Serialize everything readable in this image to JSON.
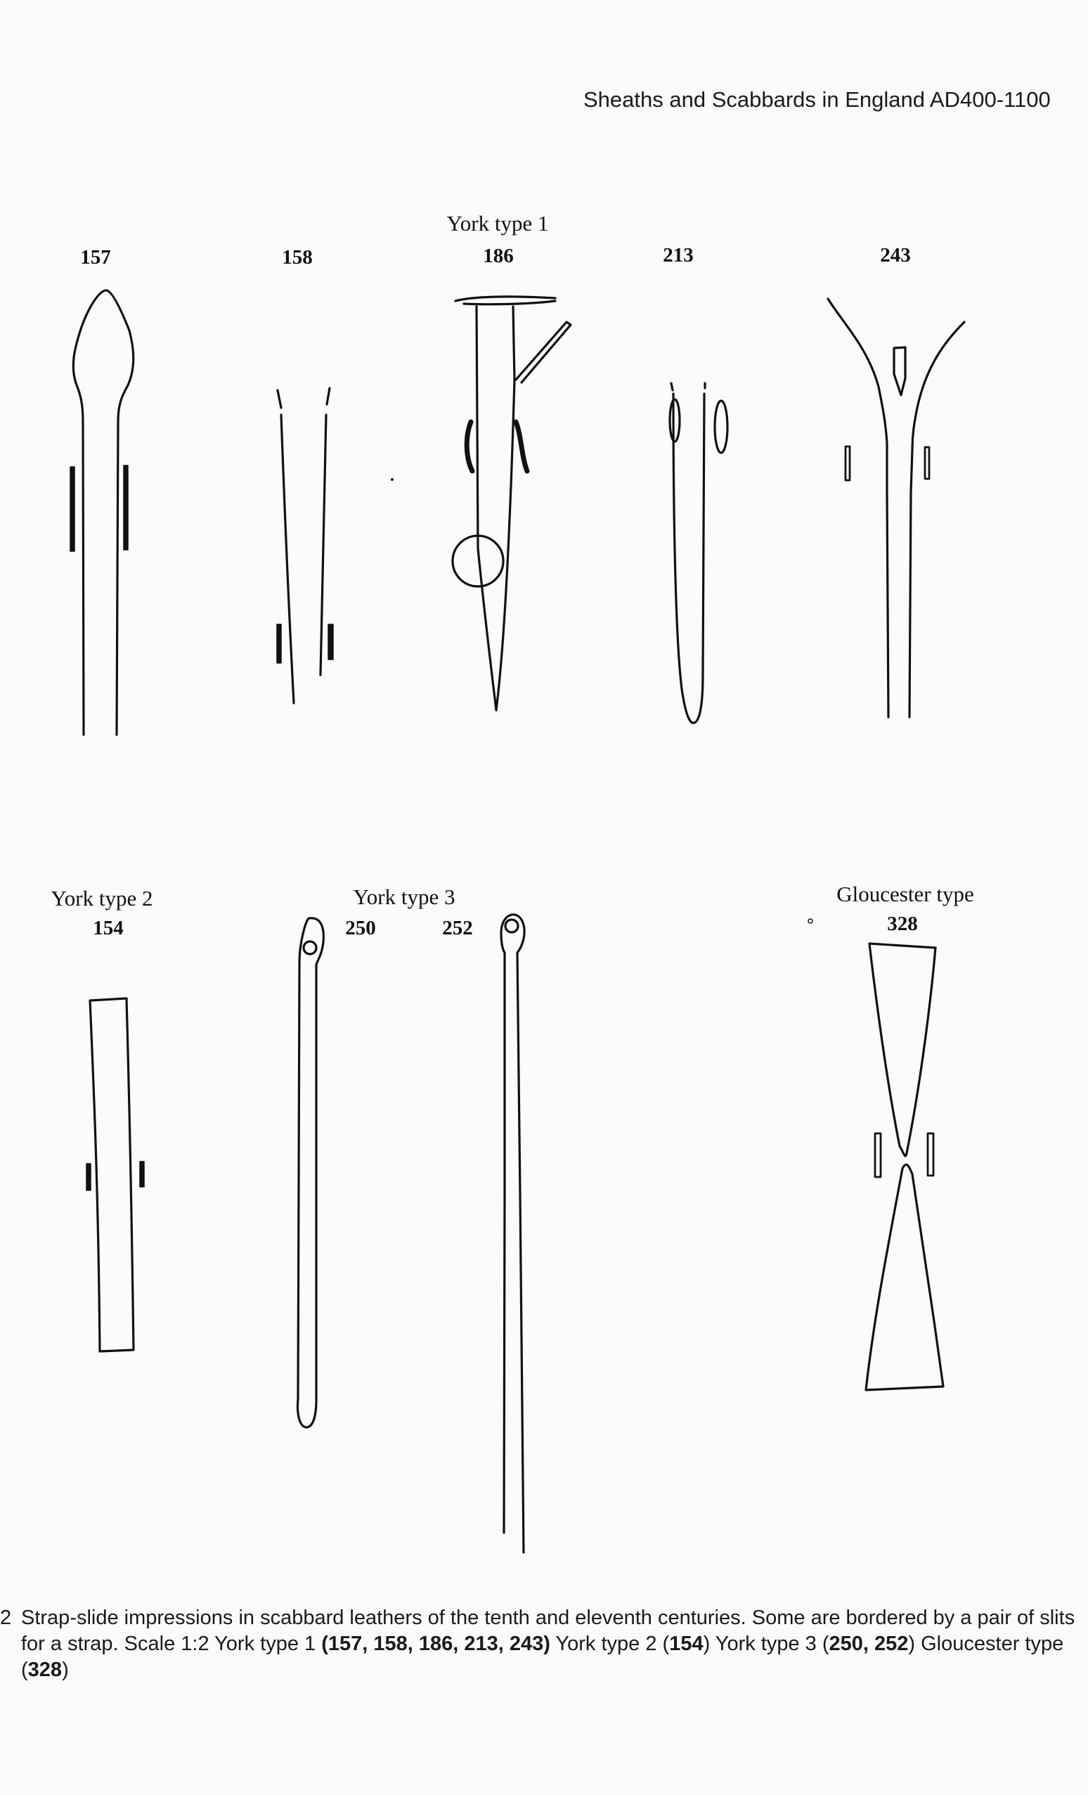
{
  "running_head": "Sheaths and Scabbards in England AD400-1100",
  "groups": {
    "york1": "York type 1",
    "york2": "York type 2",
    "york3": "York type 3",
    "gloucester": "Gloucester type"
  },
  "items": {
    "n157": "157",
    "n158": "158",
    "n186": "186",
    "n213": "213",
    "n243": "243",
    "n154": "154",
    "n250": "250",
    "n252": "252",
    "n328": "328"
  },
  "caption": {
    "prefix": "2",
    "text": "Strap-slide impressions in scabbard leathers of the tenth and eleventh centuries.  Some are bordered by a pair of slits for a strap.  Scale 1:2  York type 1 ",
    "y1_nums": "(157, 158, 186, 213, 243)",
    "y2_label": " York type 2 (",
    "y2_num": "154",
    "y3_label": ")  York type 3 (",
    "y3_nums": "250, 252",
    "gl_label": ")  Gloucester type (",
    "gl_num": "328",
    "close": ")"
  }
}
